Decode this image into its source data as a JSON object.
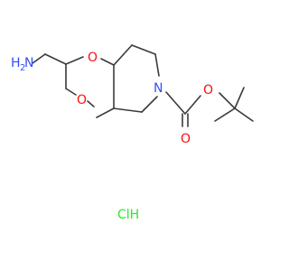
{
  "molecule": {
    "atoms": {
      "amine": {
        "text": "H",
        "sub": "2",
        "element": "N",
        "color": "#3050f8"
      },
      "ring_o_upper": {
        "text": "O",
        "color": "#ff0d0d"
      },
      "ring_o_lower": {
        "text": "O",
        "color": "#ff0d0d"
      },
      "ring_n": {
        "text": "N",
        "color": "#3050f8"
      },
      "ester_o": {
        "text": "O",
        "color": "#ff0d0d"
      },
      "carbonyl_o": {
        "text": "O",
        "color": "#ff0d0d"
      }
    },
    "salt": {
      "text": "ClH",
      "color": "#1ff01f"
    },
    "bond_color": "#3a3a3a"
  }
}
